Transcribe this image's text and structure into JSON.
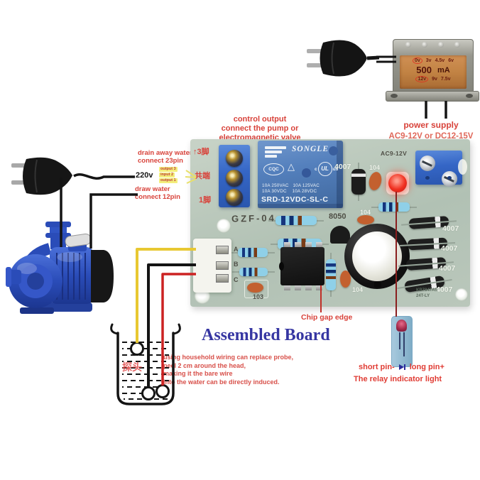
{
  "colors": {
    "annotation_red": "#d8423a",
    "board_green": "#b7c6ba",
    "relay_blue": "#5480bd",
    "terminal_blue": "#3566c6",
    "led_red": "#e43131",
    "wire_yellow": "#e8c832",
    "wire_red": "#cc2222",
    "wire_black": "#1a1a1a",
    "title_blue": "#3636a2",
    "transformer_label_copper": "#c28344"
  },
  "annotations": {
    "control_output": "control output\nconnect the pump or\nelectromagnetic valve",
    "drain_away_water": "drain away water\nconnect 23pin",
    "mains_voltage": "220v",
    "wire_tags": [
      "output 3",
      "input 2",
      "output 1"
    ],
    "draw_water": "draw water\nconnect 12pin",
    "power_supply": "power supply",
    "power_supply_spec": "AC9-12V or DC12-15V",
    "assembled_board": "Assembled Board",
    "probe_note": "using household wiring can replace probe,\npeel 2 cm around the head,\nmaking it the bare wire\ninto the water can be directly induced.",
    "chip_gap_edge": "Chip gap edge",
    "short_pin": "short pin-",
    "long_pin": "long pin+",
    "relay_indicator": "The relay indicator light",
    "probe_cn": "探头"
  },
  "transformer": {
    "taps_top": [
      "0v",
      "3v",
      "4.5v",
      "6v"
    ],
    "current": "500",
    "current_unit": "mA",
    "taps_bottom": [
      "12v",
      "9v",
      "7.5v"
    ]
  },
  "board": {
    "model": "GZF-04",
    "terminal_labels": [
      "↑3脚",
      "共端",
      "1脚"
    ],
    "relay": {
      "brand": "SONGLE",
      "cert_cqc": "CQC",
      "cert_triangle": "△",
      "cert_ul_c": "c",
      "cert_ul": "UL",
      "cert_ul_us": "us",
      "ratings1": "10A 250VAC   10A 125VAC",
      "ratings2": "10A 30VDC    10A 28VDC",
      "model": "SRD-12VDC-SL-C"
    },
    "silkscreen": {
      "ac_input": "AC9-12V",
      "transistor": "8050",
      "relay_diode": "4007",
      "cap104_a": "104",
      "cap104_b": "104",
      "cap104_c": "104",
      "cap103": "103",
      "connector_pins": [
        "A",
        "B",
        "C"
      ],
      "diodes": [
        "4007",
        "4007",
        "4007",
        "4007"
      ],
      "date_code": "KB7847A5\n24T-LY"
    }
  }
}
